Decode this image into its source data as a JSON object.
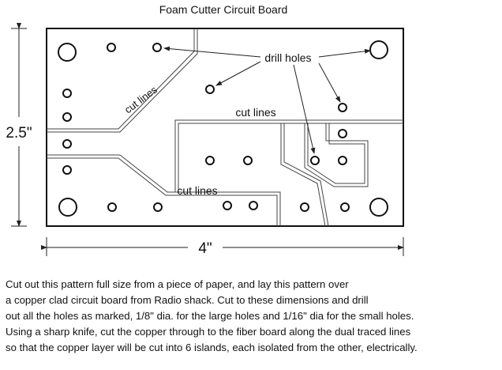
{
  "title": "Foam Cutter Circuit Board",
  "dimensions": {
    "height_label": "2.5\"",
    "width_label": "4\""
  },
  "labels": {
    "drill_holes": "drill holes",
    "cut_lines_diagonal": "cut lines",
    "cut_lines_top": "cut lines",
    "cut_lines_bottom": "cut lines"
  },
  "instructions": [
    "Cut out this pattern full size from a piece of paper, and lay this pattern over",
    "a copper clad circuit board from Radio shack.  Cut to these dimensions and drill",
    "out all the holes as marked, 1/8\" dia. for the large holes and 1/16\" dia for the small holes.",
    "Using a sharp knife, cut the copper through to the fiber board along the dual traced lines",
    "so that the copper layer will be cut into 6 islands, each isolated from the other, electrically."
  ]
}
